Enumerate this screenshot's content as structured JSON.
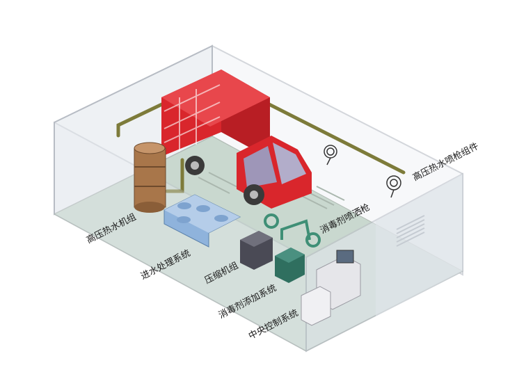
{
  "labels": {
    "hot_water_unit": "高压热水机组",
    "water_treatment": "进水处理系统",
    "compressor": "压缩机组",
    "disinfectant_dosing": "消毒剂添加系统",
    "central_control": "中央控制系统",
    "disinfectant_spray_gun": "消毒剂喷洒枪",
    "hot_water_gun_assembly": "高压热水喷枪组件"
  },
  "colors": {
    "truck_red": "#d9262c",
    "floor": "#c9d8cf",
    "pipe": "#7d7b3a",
    "spray_pipe": "#3f8f76",
    "tank": "#a8764a",
    "water_unit": "#8fb3dc",
    "compressor": "#4a4a55",
    "dosing": "#2f6f5f",
    "cabinet": "#e6e6ea"
  }
}
